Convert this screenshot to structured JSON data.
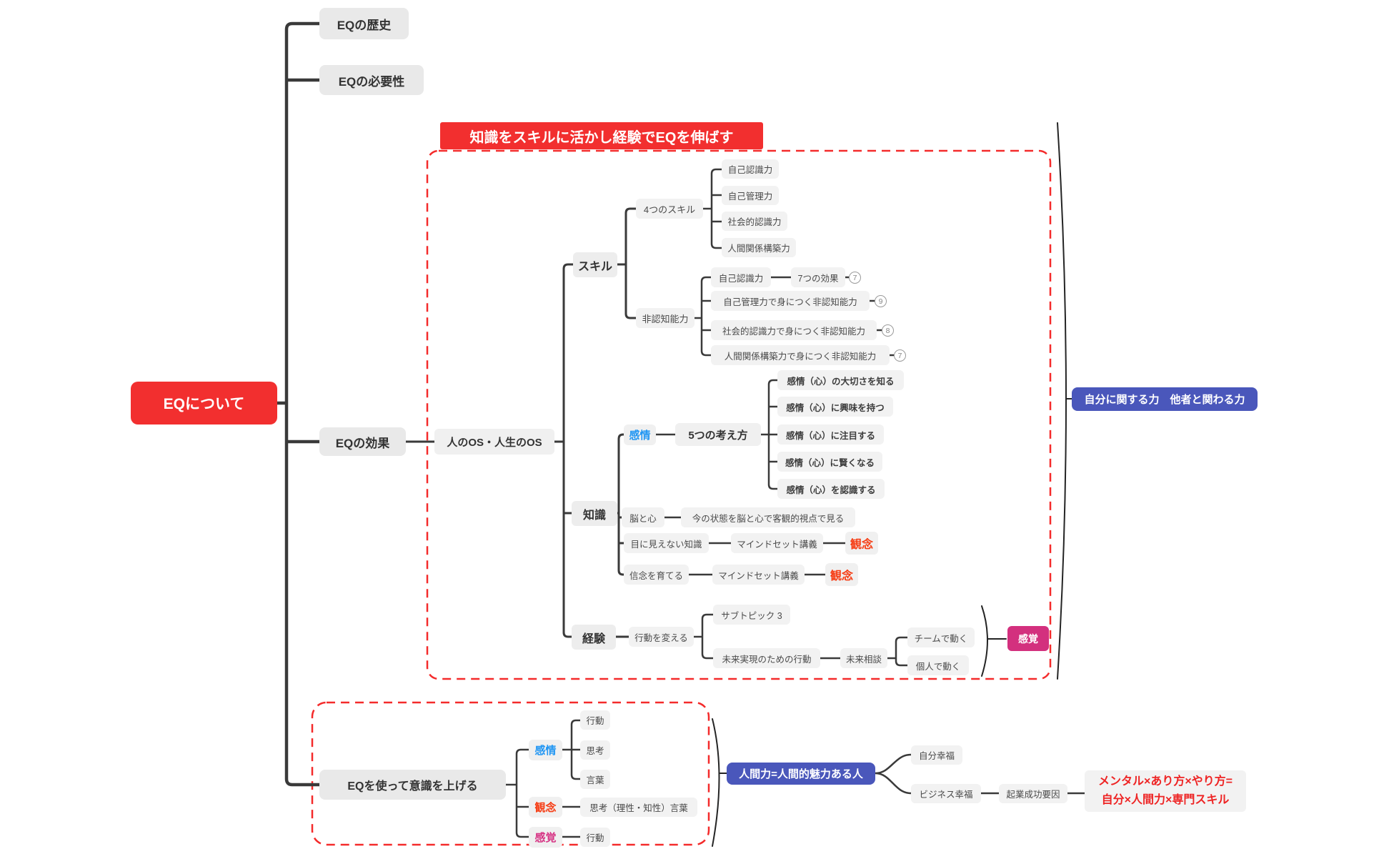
{
  "root": {
    "label": "EQについて"
  },
  "branches": {
    "history": {
      "label": "EQの歴史"
    },
    "necessity": {
      "label": "EQの必要性"
    },
    "effect": {
      "label": "EQの効果"
    },
    "raise": {
      "label": "EQを使って意識を上げる"
    }
  },
  "boundary": {
    "title": "知識をスキルに活かし経験でEQを伸ばす"
  },
  "os": {
    "label": "人のOS・人生のOS"
  },
  "skill": {
    "label": "スキル",
    "four": {
      "label": "4つのスキル",
      "children": [
        {
          "label": "自己認識力"
        },
        {
          "label": "自己管理力"
        },
        {
          "label": "社会的認識力"
        },
        {
          "label": "人間関係構築力"
        }
      ]
    },
    "noncog": {
      "label": "非認知能力",
      "rows": [
        {
          "label": "自己認識力",
          "detail": "7つの効果",
          "badge": "7"
        },
        {
          "label": "自己管理力で身につく非認知能力",
          "badge": "9"
        },
        {
          "label": "社会的認識力で身につく非認知能力",
          "badge": "8"
        },
        {
          "label": "人間関係構築力で身につく非認知能力",
          "badge": "7"
        }
      ]
    }
  },
  "knowledge": {
    "label": "知識",
    "emotion": {
      "label": "感情"
    },
    "five_ways": {
      "label": "5つの考え方",
      "children": [
        {
          "label": "感情（心）の大切さを知る"
        },
        {
          "label": "感情（心）に興味を持つ"
        },
        {
          "label": "感情（心）に注目する"
        },
        {
          "label": "感情（心）に賢くなる"
        },
        {
          "label": "感情（心）を認識する"
        }
      ]
    },
    "brain": {
      "label": "脳と心",
      "detail": "今の状態を脳と心で客観的視点で見る"
    },
    "invisible": {
      "label": "目に見えない知識",
      "lecture": "マインドセット講義",
      "tag": "観念"
    },
    "belief": {
      "label": "信念を育てる",
      "lecture": "マインドセット講義",
      "tag": "観念"
    }
  },
  "experience": {
    "label": "経験",
    "change": {
      "label": "行動を変える"
    },
    "subtopic": {
      "label": "サブトピック 3"
    },
    "future": {
      "label": "未来実現のための行動"
    },
    "consult": {
      "label": "未来相談",
      "children": [
        {
          "label": "チームで動く"
        },
        {
          "label": "個人で動く"
        }
      ]
    },
    "summary": {
      "label": "感覚"
    }
  },
  "right_summary": {
    "label": "自分に関する力　他者と関わる力"
  },
  "raise_tree": {
    "emotion": {
      "label": "感情",
      "children": [
        {
          "label": "行動"
        },
        {
          "label": "思考"
        },
        {
          "label": "言葉"
        }
      ]
    },
    "concept": {
      "label": "観念",
      "detail": "思考（理性・知性）言葉"
    },
    "sense": {
      "label": "感覚",
      "detail": "行動"
    },
    "summary": {
      "label": "人間力=人間的魅力ある人"
    },
    "self_happiness": {
      "label": "自分幸福"
    },
    "business_happiness": {
      "label": "ビジネス幸福"
    },
    "startup_factor": {
      "label": "起業成功要因"
    },
    "formula": {
      "line1": "メンタル×あり方×やり方=",
      "line2": "自分×人間力×専門スキル"
    }
  },
  "colors": {
    "topic_red": "#f22f2f",
    "summary_blue": "#4a57bb",
    "accent_blue": "#2196f3",
    "accent_orange": "#f63b12",
    "accent_magenta": "#d63384",
    "summary_pink": "#d3307e",
    "line": "#3a3a3a",
    "boundary_red": "#f42b2b"
  }
}
